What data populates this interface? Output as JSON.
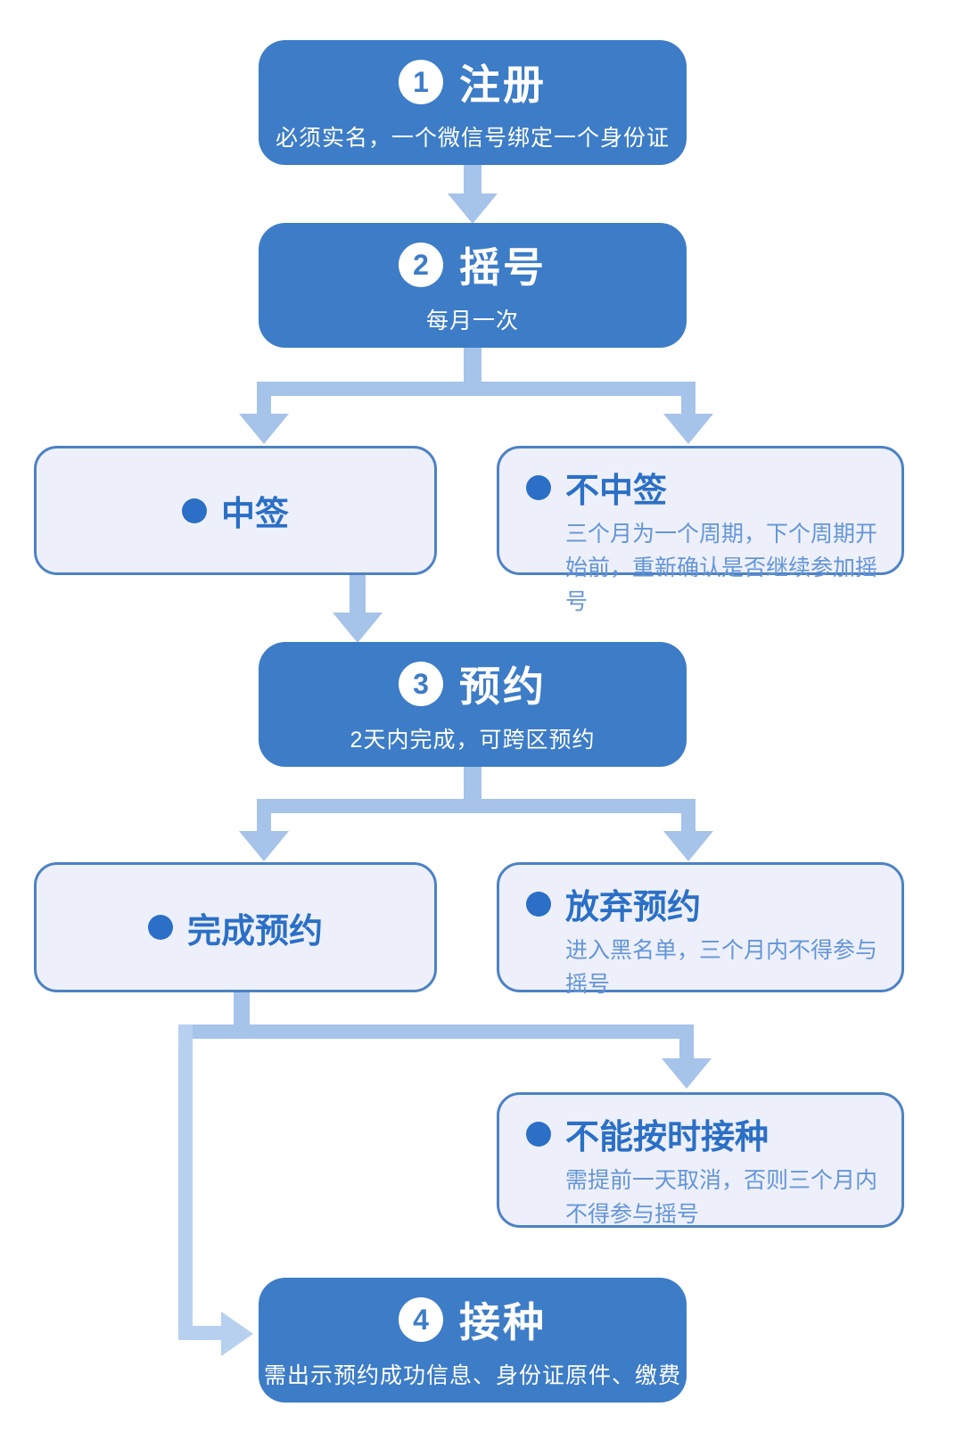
{
  "colors": {
    "accent": "#3d7cc7",
    "white": "#ffffff",
    "lightFill": "#edf0fa",
    "lightBorder": "#4d82c4",
    "titleBlue": "#2b6fc6",
    "subBlue": "#6495d8",
    "connector": "#a6c3e9",
    "connector2": "#b7d0ef"
  },
  "steps": [
    {
      "number": "1",
      "title": "注册",
      "subtitle": "必须实名，一个微信号绑定一个身份证"
    },
    {
      "number": "2",
      "title": "摇号",
      "subtitle": "每月一次"
    },
    {
      "number": "3",
      "title": "预约",
      "subtitle": "2天内完成，可跨区预约"
    },
    {
      "number": "4",
      "title": "接种",
      "subtitle": "需出示预约成功信息、身份证原件、缴费"
    }
  ],
  "outcomes": [
    {
      "title": "中签"
    },
    {
      "title": "不中签",
      "subtitle": "三个月为一个周期，下个周期开始前，重新确认是否继续参加摇号"
    },
    {
      "title": "完成预约"
    },
    {
      "title": "放弃预约",
      "subtitle": "进入黑名单，三个月内不得参与摇号"
    },
    {
      "title": "不能按时接种",
      "subtitle": "需提前一天取消，否则三个月内不得参与摇号"
    }
  ]
}
